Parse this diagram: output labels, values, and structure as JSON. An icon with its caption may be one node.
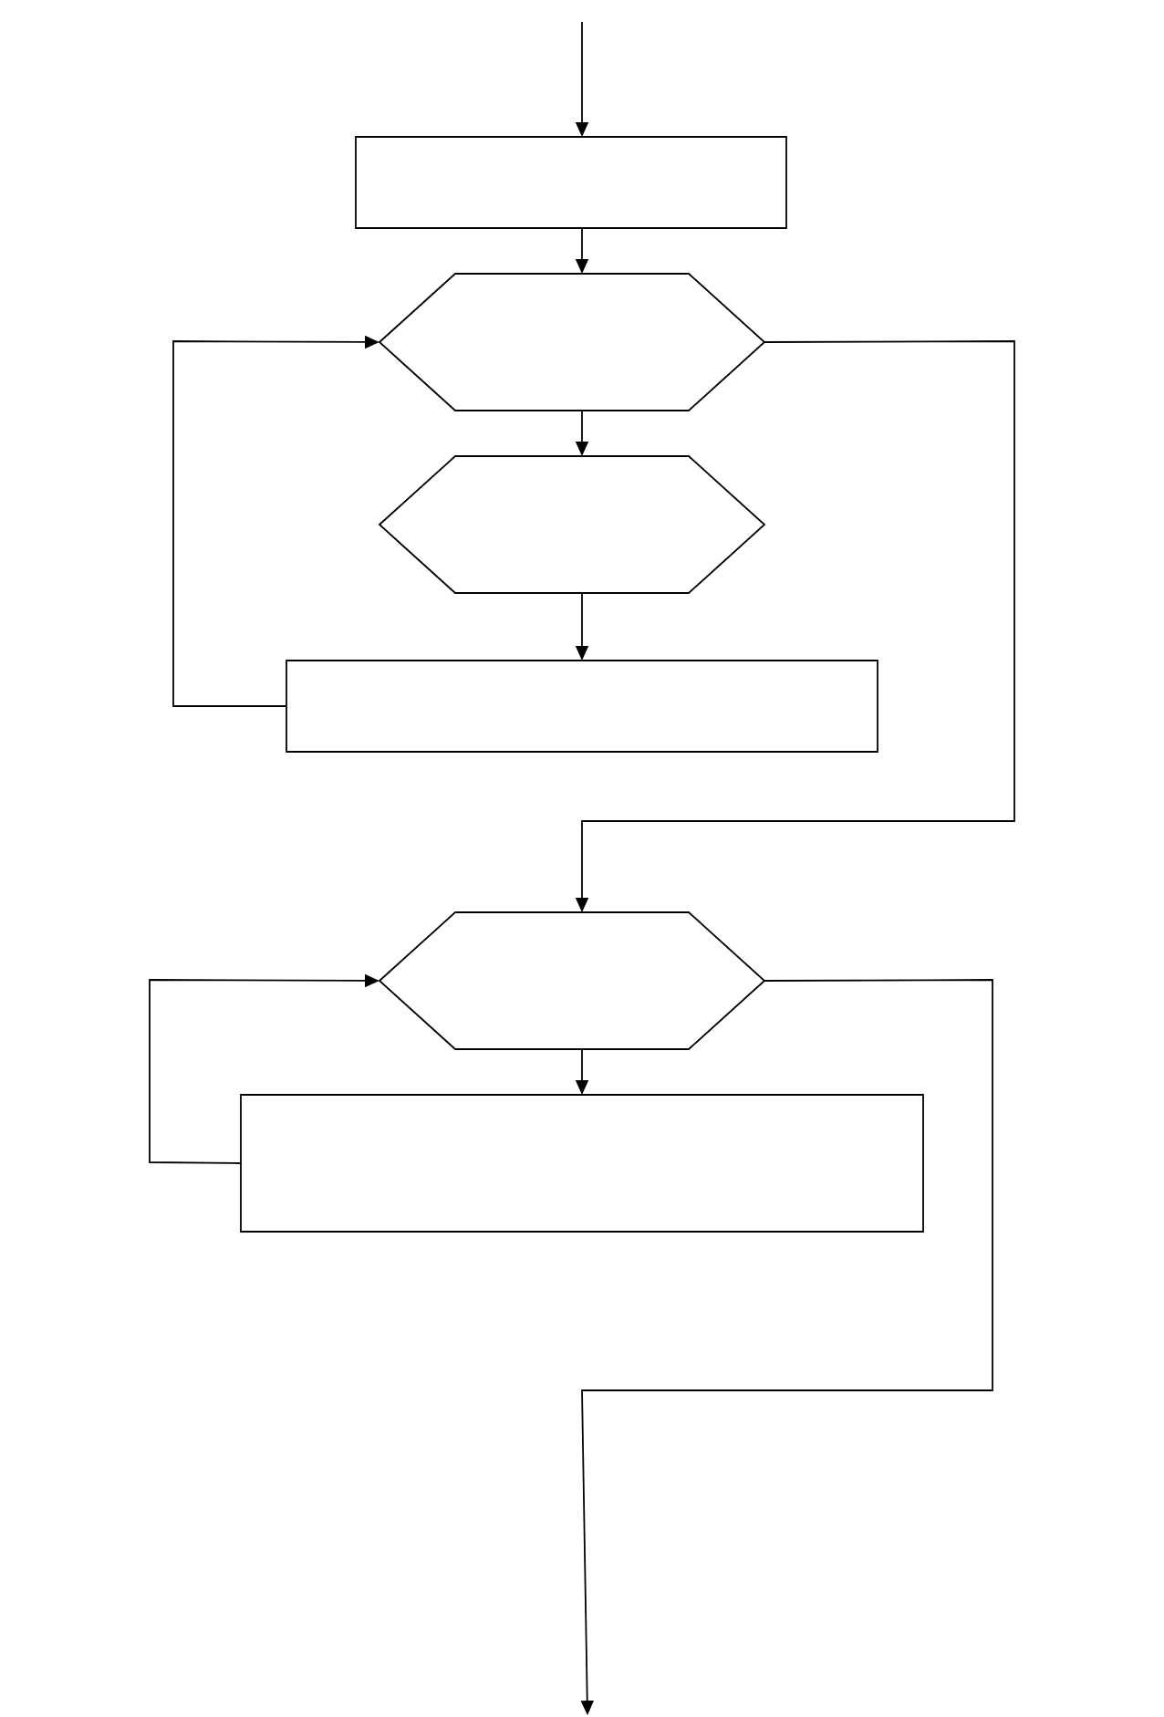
{
  "diagram": {
    "nodes": [
      {
        "text": [],
        "shape": "box"
      },
      {
        "text": [],
        "shape": "hexagon"
      },
      {
        "text": [],
        "shape": "hexagon"
      },
      {
        "text": [],
        "shape": "box"
      },
      {
        "text": [],
        "shape": "hexagon"
      },
      {
        "text": [],
        "shape": "box"
      }
    ],
    "edges": [
      {
        "from": null,
        "to": 0,
        "arrow": "to"
      },
      {
        "from": 0,
        "to": 1,
        "arrow": "to"
      },
      {
        "from": 1,
        "to": 2,
        "arrow": "to"
      },
      {
        "from": 2,
        "to": 3,
        "arrow": "to"
      },
      {
        "from": 3,
        "to": 1,
        "arrow": "to"
      },
      {
        "from": 1,
        "to": 4,
        "arrow": "to"
      },
      {
        "from": 4,
        "to": 5,
        "arrow": "to"
      },
      {
        "from": 5,
        "to": 4,
        "arrow": "to"
      },
      {
        "from": 4,
        "to": null,
        "arrow": "to"
      }
    ]
  }
}
